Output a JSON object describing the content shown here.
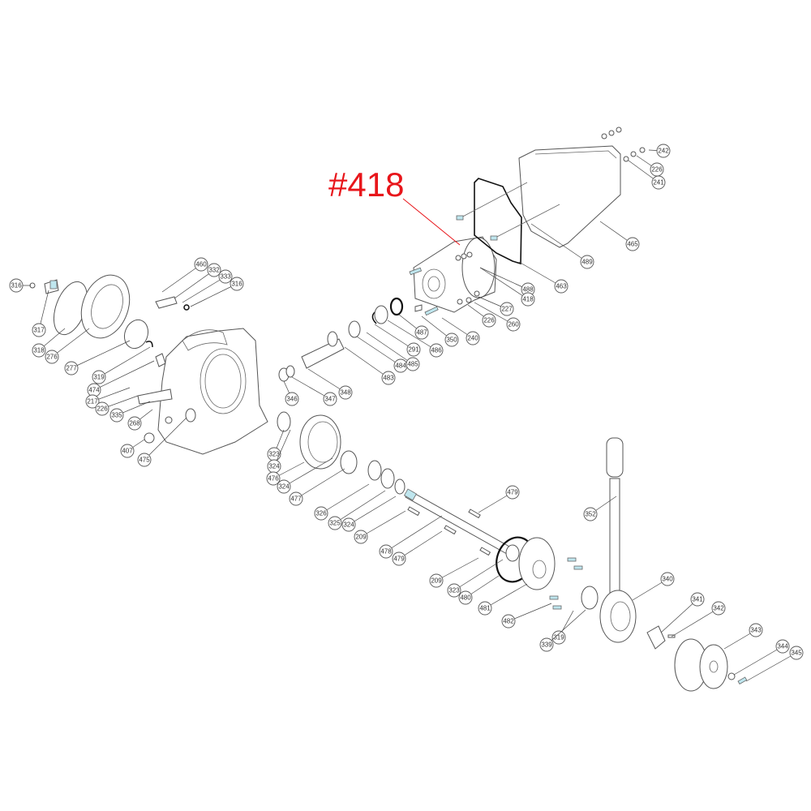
{
  "highlight": {
    "label": "#418",
    "color": "#e8161b"
  },
  "callouts": [
    "316",
    "317",
    "318",
    "276",
    "277",
    "319",
    "474",
    "217",
    "226",
    "335",
    "268",
    "407",
    "475",
    "460",
    "332",
    "333",
    "316",
    "346",
    "347",
    "348",
    "483",
    "484",
    "485",
    "291",
    "486",
    "487",
    "350",
    "240",
    "226",
    "260",
    "227",
    "488",
    "418",
    "463",
    "489",
    "465",
    "241",
    "226",
    "242",
    "323",
    "324",
    "476",
    "324",
    "477",
    "326",
    "325",
    "324",
    "209",
    "478",
    "479",
    "479",
    "209",
    "323",
    "480",
    "481",
    "482",
    "319",
    "339",
    "352",
    "340",
    "341",
    "342",
    "343",
    "344",
    "345"
  ]
}
